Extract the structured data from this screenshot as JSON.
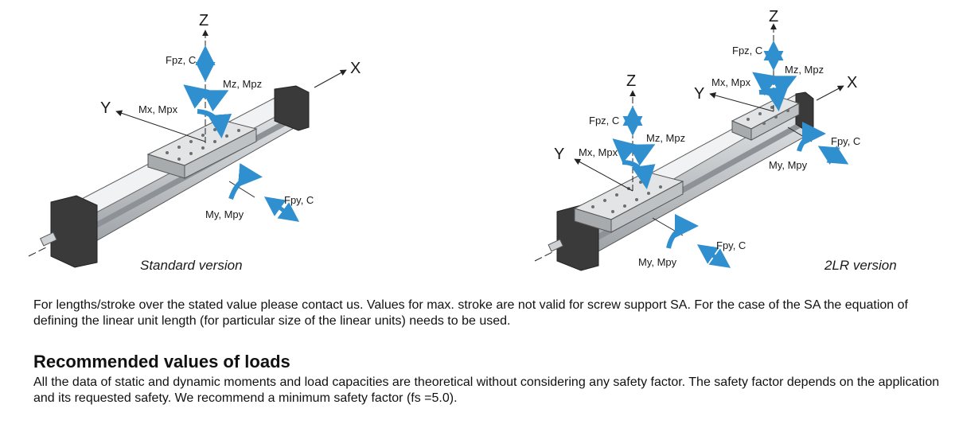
{
  "figure": {
    "standard": {
      "caption": "Standard version",
      "axes": {
        "z": "Z",
        "x": "X",
        "y": "Y"
      },
      "labels": {
        "fpz": "Fpz, C",
        "mz": "Mz, Mpz",
        "mx": "Mx, Mpx",
        "my": "My, Mpy",
        "fpy": "Fpy, C"
      }
    },
    "lr2": {
      "caption": "2LR version",
      "axes_left": {
        "z": "Z",
        "y": "Y"
      },
      "axes_right": {
        "z": "Z",
        "x": "X",
        "y": "Y"
      },
      "labels_left": {
        "fpz": "Fpz, C",
        "mz": "Mz, Mpz",
        "mx": "Mx, Mpx",
        "my": "My, Mpy",
        "fpy": "Fpy, C"
      },
      "labels_right": {
        "fpz": "Fpz, C",
        "mz": "Mz, Mpz",
        "mx": "Mx, Mpx",
        "my": "My, Mpy",
        "fpy": "Fpy, C"
      }
    },
    "colors": {
      "arrow_blue": "#2f8fcf",
      "arrow_dark": "#1d5f93",
      "rail": "#cfd3d6",
      "carriage": "#d9dbdc",
      "end_cap": "#3a3a3a"
    }
  },
  "note": "For lengths/stroke over the stated value please contact us. Values for max. stroke are not valid for screw support SA. For the case of the SA the equation of defining the linear unit length (for particular size of the linear units) needs to be used.",
  "section": {
    "heading": "Recommended values of loads",
    "body": "All the data of static and dynamic moments and load capacities are theoretical without considering any safety factor. The safety factor depends on the application and its requested safety. We recommend a minimum safety factor (fs =5.0)."
  }
}
